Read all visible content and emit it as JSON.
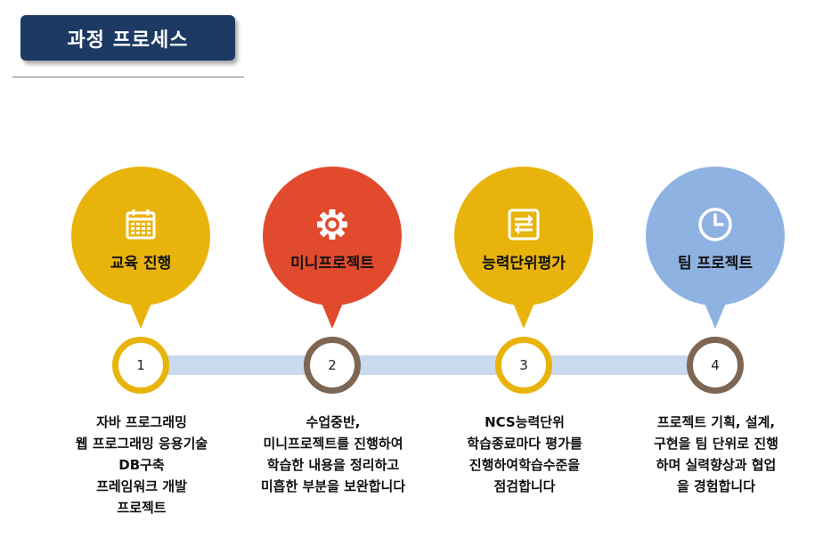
{
  "title": "과정 프로세스",
  "colors": {
    "yellow": "#e8b40c",
    "red": "#e24a2e",
    "blue": "#8eb2e2",
    "brown": "#7d6653",
    "connector": "#c9d9ee",
    "title_bg": "#1c3a63"
  },
  "steps": [
    {
      "label": "교육 진행",
      "number": "1",
      "icon": "calendar-icon",
      "desc": [
        "자바 프로그래밍",
        "웹 프로그래밍 응용기술",
        "DB구축",
        "프레임워크 개발",
        "프로젝트"
      ]
    },
    {
      "label": "미니프로젝트",
      "number": "2",
      "icon": "gear-icon",
      "desc": [
        "수업중반,",
        "미니프로젝트를 진행하여",
        "학습한 내용을 정리하고",
        "미흡한 부분을 보완합니다"
      ]
    },
    {
      "label": "능력단위평가",
      "number": "3",
      "icon": "checklist-icon",
      "desc": [
        "NCS능력단위",
        "학습종료마다 평가를",
        "진행하여학습수준을",
        "점검합니다"
      ]
    },
    {
      "label": "팀 프로젝트",
      "number": "4",
      "icon": "clock-icon",
      "desc": [
        "프로젝트 기획, 설계,",
        "구현을 팀 단위로 진행",
        "하며 실력향상과 협업",
        "을 경험합니다"
      ]
    }
  ]
}
